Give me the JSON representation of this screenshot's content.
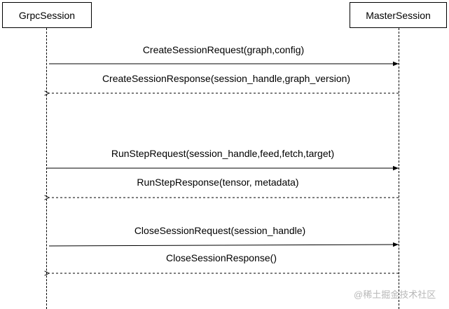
{
  "participants": {
    "left": "GrpcSession",
    "right": "MasterSession"
  },
  "messages": [
    {
      "label": "CreateSessionRequest(graph,config)",
      "direction": "request"
    },
    {
      "label": "CreateSessionResponse(session_handle,graph_version)",
      "direction": "response"
    },
    {
      "label": "RunStepRequest(session_handle,feed,fetch,target)",
      "direction": "request"
    },
    {
      "label": "RunStepResponse(tensor, metadata)",
      "direction": "response"
    },
    {
      "label": "CloseSessionRequest(session_handle)",
      "direction": "request"
    },
    {
      "label": "CloseSessionResponse()",
      "direction": "response"
    }
  ],
  "watermark": "@稀土掘金技术社区",
  "colors": {
    "line": "#000000",
    "watermark": "#b8b8b8"
  }
}
